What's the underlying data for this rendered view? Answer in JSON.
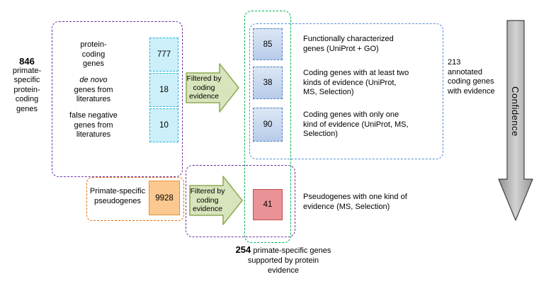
{
  "figure": {
    "left_summary": {
      "total": "846",
      "caption": "primate-specific protein-coding genes"
    },
    "coding_input": {
      "rows": [
        {
          "label": "protein-coding genes",
          "value": "777"
        },
        {
          "label_em": "de novo",
          "label_rest": "genes from literatures",
          "value": "18"
        },
        {
          "label": "false negative genes from literatures",
          "value": "10"
        }
      ]
    },
    "filter_arrow_label": "Filtered by coding evidence",
    "coding_output": {
      "rows": [
        {
          "value": "85",
          "desc": "Functionally characterized genes (UniProt + GO)"
        },
        {
          "value": "38",
          "desc": "Coding genes with at least two kinds of evidence (UniProt, MS, Selection)"
        },
        {
          "value": "90",
          "desc": "Coding genes with only one kind of evidence (UniProt, MS, Selection)"
        }
      ]
    },
    "right_summary": {
      "total": "213",
      "caption": "annotated coding genes with evidence"
    },
    "pseudogenes": {
      "label": "Primate-specific pseudogenes",
      "value": "9928",
      "output_value": "41",
      "output_desc": "Pseudogenes with one kind of evidence (MS, Selection)"
    },
    "bottom_summary": {
      "total": "254",
      "caption": "primate-specific genes supported by protein evidence"
    },
    "confidence_axis_label": "Confidence",
    "colors": {
      "purple_dash": "#7030a0",
      "cyan_box_border": "#29b6d8",
      "cyan_box_fill": "#cdeffa",
      "blue_dash": "#558ed5",
      "blue_box_border": "#4f81bd",
      "green_dash": "#00b050",
      "green_arrow_fill": "#d7e4bc",
      "green_arrow_border": "#8ea954",
      "orange": "#e36c0a",
      "orange_box_fill": "#fbc890",
      "red_box_fill": "#e99297",
      "red_box_border": "#c0504d",
      "gray_arrow": "#9a9a9a"
    }
  }
}
